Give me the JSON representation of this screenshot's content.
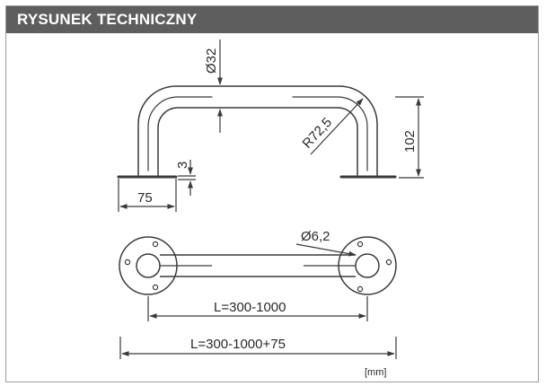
{
  "header": {
    "title": "RYSUNEK TECHNICZNY"
  },
  "dimensions": {
    "diameter": "Ø32",
    "radius": "R72,5",
    "height": "102",
    "base_thickness": "3",
    "base_width": "75",
    "hole_diameter": "Ø6,2",
    "length": "L=300-1000",
    "total_length": "L=300-1000+75"
  },
  "unit": "[mm]",
  "colors": {
    "header_bg": "#5e5e5e",
    "line": "#3a3a3a"
  }
}
